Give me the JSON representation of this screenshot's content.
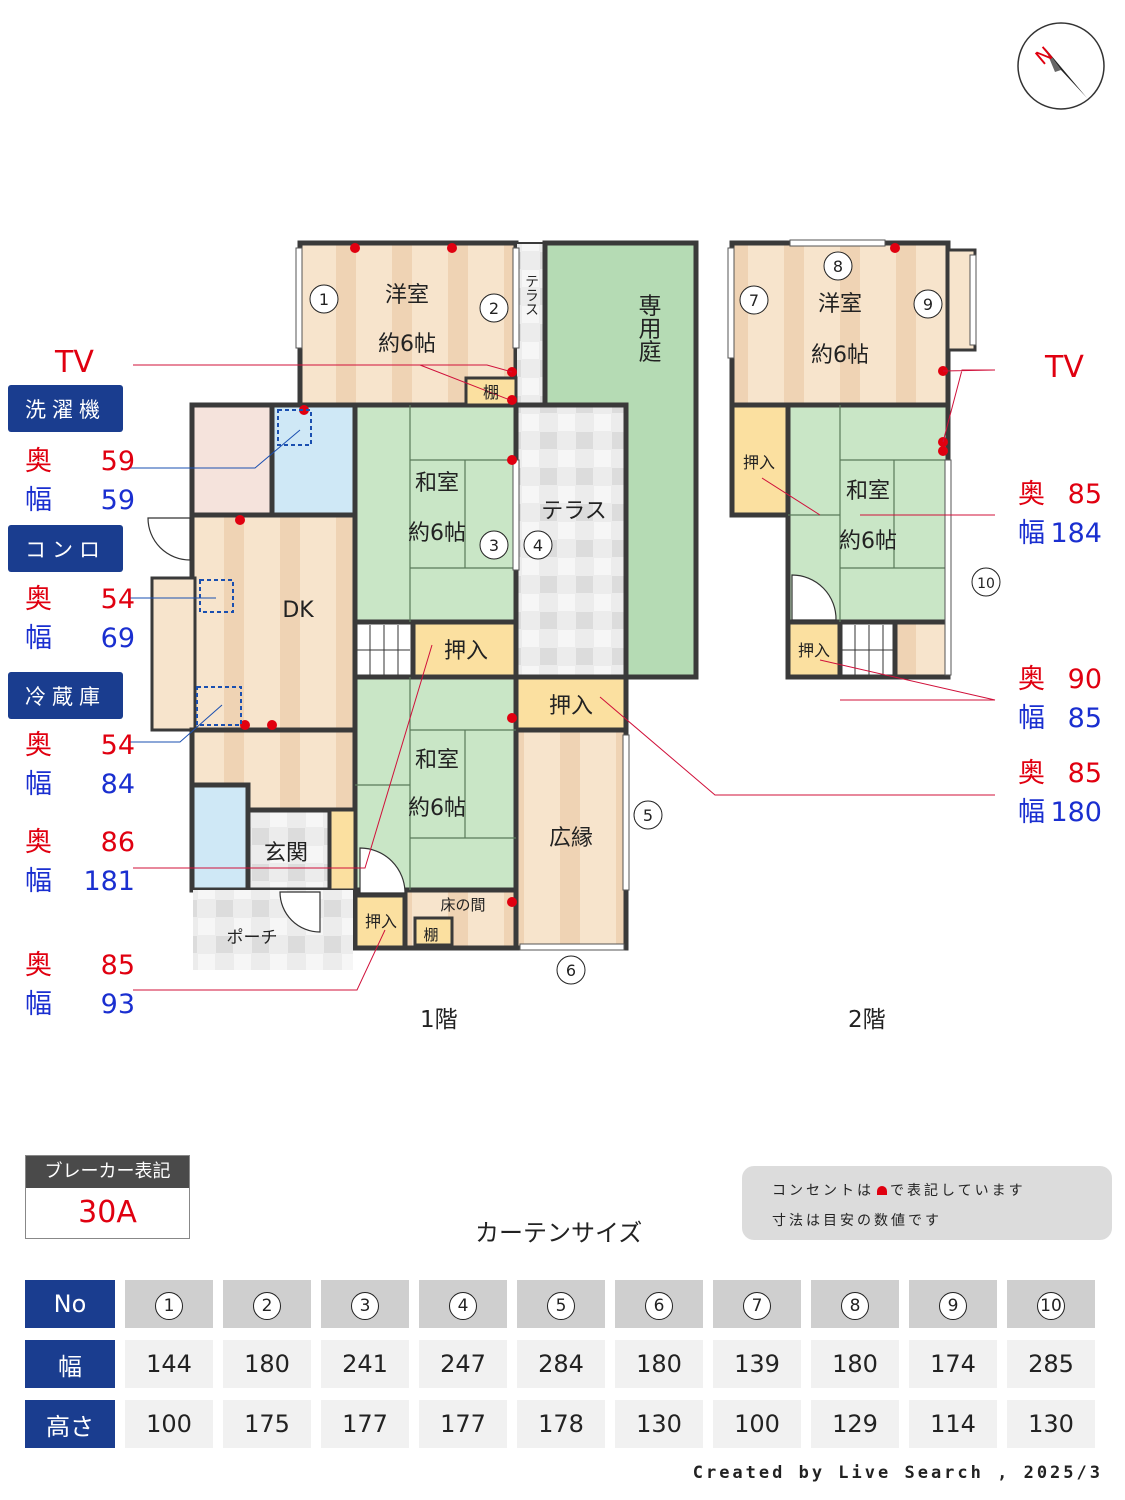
{
  "compass": {
    "label": "N"
  },
  "floor1": {
    "label": "1階",
    "rooms": {
      "western": {
        "name": "洋室",
        "size": "約6帖"
      },
      "terrace_small": "テラス",
      "private_garden": "専用庭",
      "shelf_top": "棚",
      "japanese_upper": {
        "name": "和室",
        "size": "約6帖"
      },
      "terrace": "テラス",
      "dk": "DK",
      "closet_mid": "押入",
      "closet_right": "押入",
      "japanese_lower": {
        "name": "和室",
        "size": "約6帖"
      },
      "engawa": "広縁",
      "entrance": "玄関",
      "porch": "ポーチ",
      "closet_bottom": "押入",
      "tokonoma": "床の間",
      "shelf_bottom": "棚"
    },
    "windows": [
      "1",
      "2",
      "3",
      "4",
      "5",
      "6"
    ]
  },
  "floor2": {
    "label": "2階",
    "rooms": {
      "western": {
        "name": "洋室",
        "size": "約6帖"
      },
      "japanese": {
        "name": "和室",
        "size": "約6帖"
      },
      "closet_left": "押入",
      "closet_bottom": "押入"
    },
    "windows": [
      "7",
      "8",
      "9",
      "10"
    ]
  },
  "annotations": {
    "tv_left": "TV",
    "tv_right": "TV",
    "washer": {
      "label": "洗濯機",
      "depth_label": "奥",
      "depth": "59",
      "width_label": "幅",
      "width": "59"
    },
    "stove": {
      "label": "コンロ",
      "depth_label": "奥",
      "depth": "54",
      "width_label": "幅",
      "width": "69"
    },
    "fridge": {
      "label": "冷蔵庫",
      "depth_label": "奥",
      "depth": "54",
      "width_label": "幅",
      "width": "84"
    },
    "closet_entrance": {
      "depth_label": "奥",
      "depth": "86",
      "width_label": "幅",
      "width": "181"
    },
    "closet_small": {
      "depth_label": "奥",
      "depth": "85",
      "width_label": "幅",
      "width": "93"
    },
    "closet2_left": {
      "depth_label": "奥",
      "depth": "85",
      "width_label": "幅",
      "width": "184"
    },
    "closet2_bottom": {
      "depth_label": "奥",
      "depth": "90",
      "width_label": "幅",
      "width": "85"
    },
    "closet_right": {
      "depth_label": "奥",
      "depth": "85",
      "width_label": "幅",
      "width": "180"
    }
  },
  "breaker": {
    "label": "ブレーカー表記",
    "value": "30A"
  },
  "notes": {
    "line1_a": "コンセントは",
    "line1_b": "で表記しています",
    "line2": "寸法は目安の数値です"
  },
  "curtain": {
    "title": "カーテンサイズ",
    "headers": {
      "no": "No",
      "width": "幅",
      "height": "高さ"
    },
    "numbers": [
      "1",
      "2",
      "3",
      "4",
      "5",
      "6",
      "7",
      "8",
      "9",
      "10"
    ],
    "widths": [
      "144",
      "180",
      "241",
      "247",
      "284",
      "180",
      "139",
      "180",
      "174",
      "285"
    ],
    "heights": [
      "100",
      "175",
      "177",
      "177",
      "178",
      "130",
      "100",
      "129",
      "114",
      "130"
    ]
  },
  "footer": "Created by Live Search , 2025/3",
  "colors": {
    "wall": "#3a3a3a",
    "tatami": "#c9e6c6",
    "garden": "#b5dbb4",
    "floor": "#f3dcc0",
    "closet": "#fbe0a0",
    "outlet": "#e00010",
    "label_blue": "#1a3d8f"
  }
}
